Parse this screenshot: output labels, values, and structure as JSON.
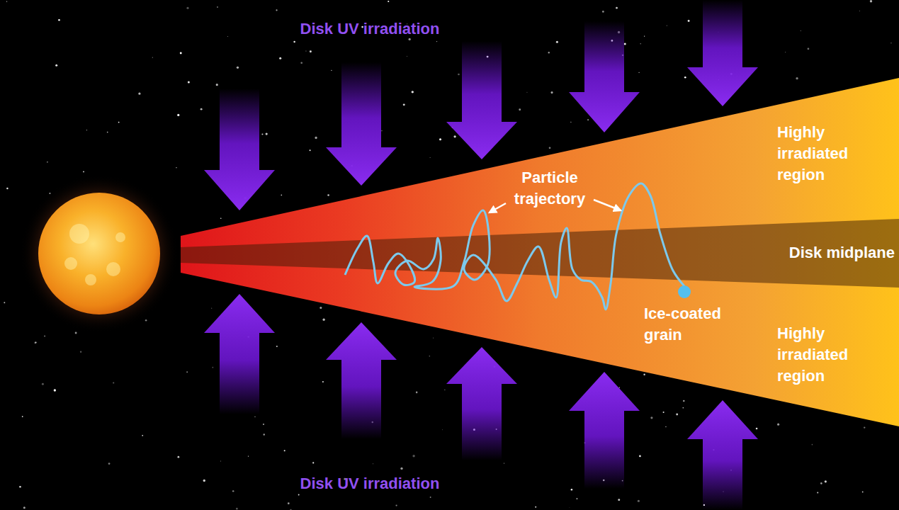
{
  "diagram": {
    "labels": [
      "Disk UV irradiation",
      "Particle trajectory",
      "Highly irradiated region",
      "Disk midplane",
      "Ice-coated grain",
      "Highly irradiated region",
      "Disk UV irradiation"
    ]
  }
}
